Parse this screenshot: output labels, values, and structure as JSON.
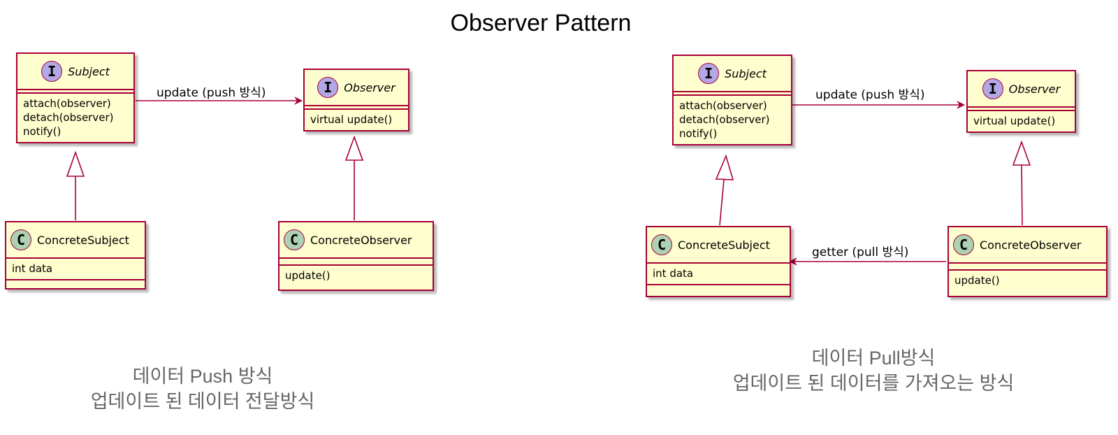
{
  "title": "Observer  Pattern",
  "push": {
    "subject": {
      "stereotype": "I",
      "name": "Subject",
      "methods": [
        "attach(observer)",
        "detach(observer)",
        "notify()"
      ]
    },
    "observer": {
      "stereotype": "I",
      "name": "Observer",
      "methods": [
        "virtual update()"
      ]
    },
    "concrete_subject": {
      "stereotype": "C",
      "name": "ConcreteSubject",
      "fields": [
        "int data"
      ],
      "methods": []
    },
    "concrete_observer": {
      "stereotype": "C",
      "name": "ConcreteObserver",
      "fields": [],
      "methods": [
        "update()"
      ]
    },
    "edge_label": "update (push 방식)",
    "caption": [
      "데이터 Push 방식",
      "업데이트 된 데이터 전달방식"
    ]
  },
  "pull": {
    "subject": {
      "stereotype": "I",
      "name": "Subject",
      "methods": [
        "attach(observer)",
        "detach(observer)",
        "notify()"
      ]
    },
    "observer": {
      "stereotype": "I",
      "name": "Observer",
      "methods": [
        "virtual update()"
      ]
    },
    "concrete_subject": {
      "stereotype": "C",
      "name": "ConcreteSubject",
      "fields": [
        "int data"
      ],
      "methods": []
    },
    "concrete_observer": {
      "stereotype": "C",
      "name": "ConcreteObserver",
      "fields": [],
      "methods": [
        "update()"
      ]
    },
    "edge_label_update": "update (push 방식)",
    "edge_label_getter": "getter (pull 방식)",
    "caption": [
      "데이터 Pull방식",
      "업데이트 된 데이터를 가져오는 방식"
    ]
  },
  "colors": {
    "border": "#A80036",
    "fill": "#FEFECE",
    "interface_badge": "#B4A7E5",
    "class_badge": "#ADD1B2",
    "caption": "#666666"
  }
}
